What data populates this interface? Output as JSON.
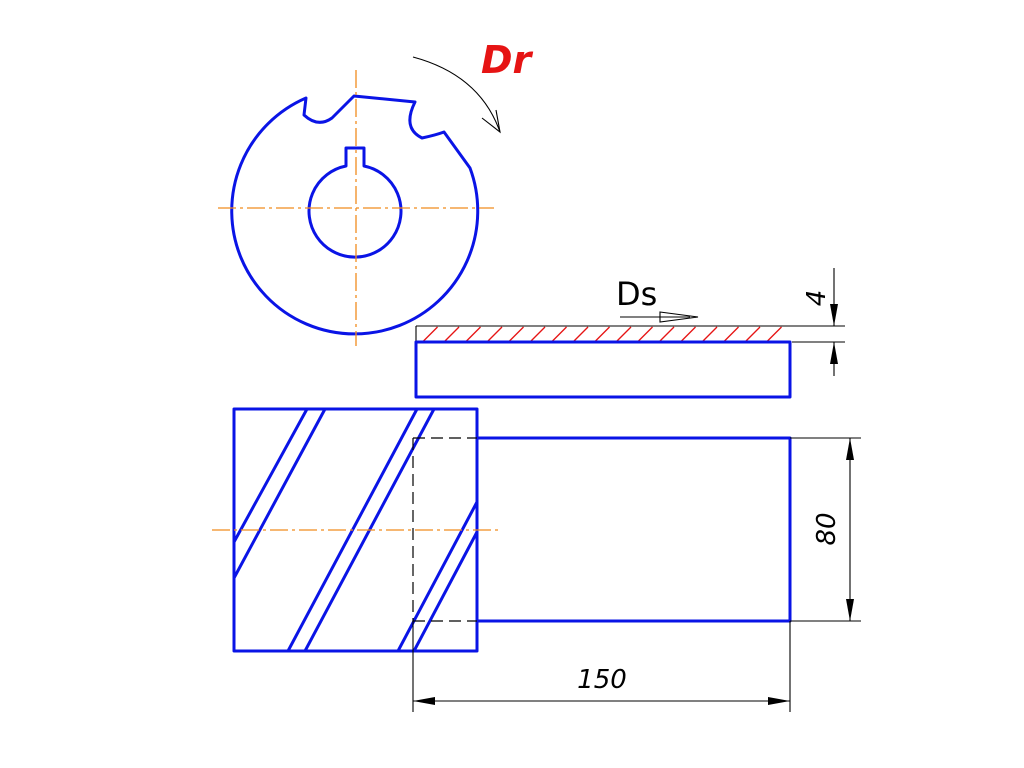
{
  "labels": {
    "rotation_motion": "Dr",
    "feed_motion": "Ds"
  },
  "dimensions": {
    "cut_depth": "4",
    "workpiece_height": "80",
    "workpiece_length": "150"
  },
  "colors": {
    "part_outline": "#0a14e6",
    "center_line": "#f08c1e",
    "hatch_and_dr_label": "#e61414",
    "dimension_lines": "#000000"
  }
}
